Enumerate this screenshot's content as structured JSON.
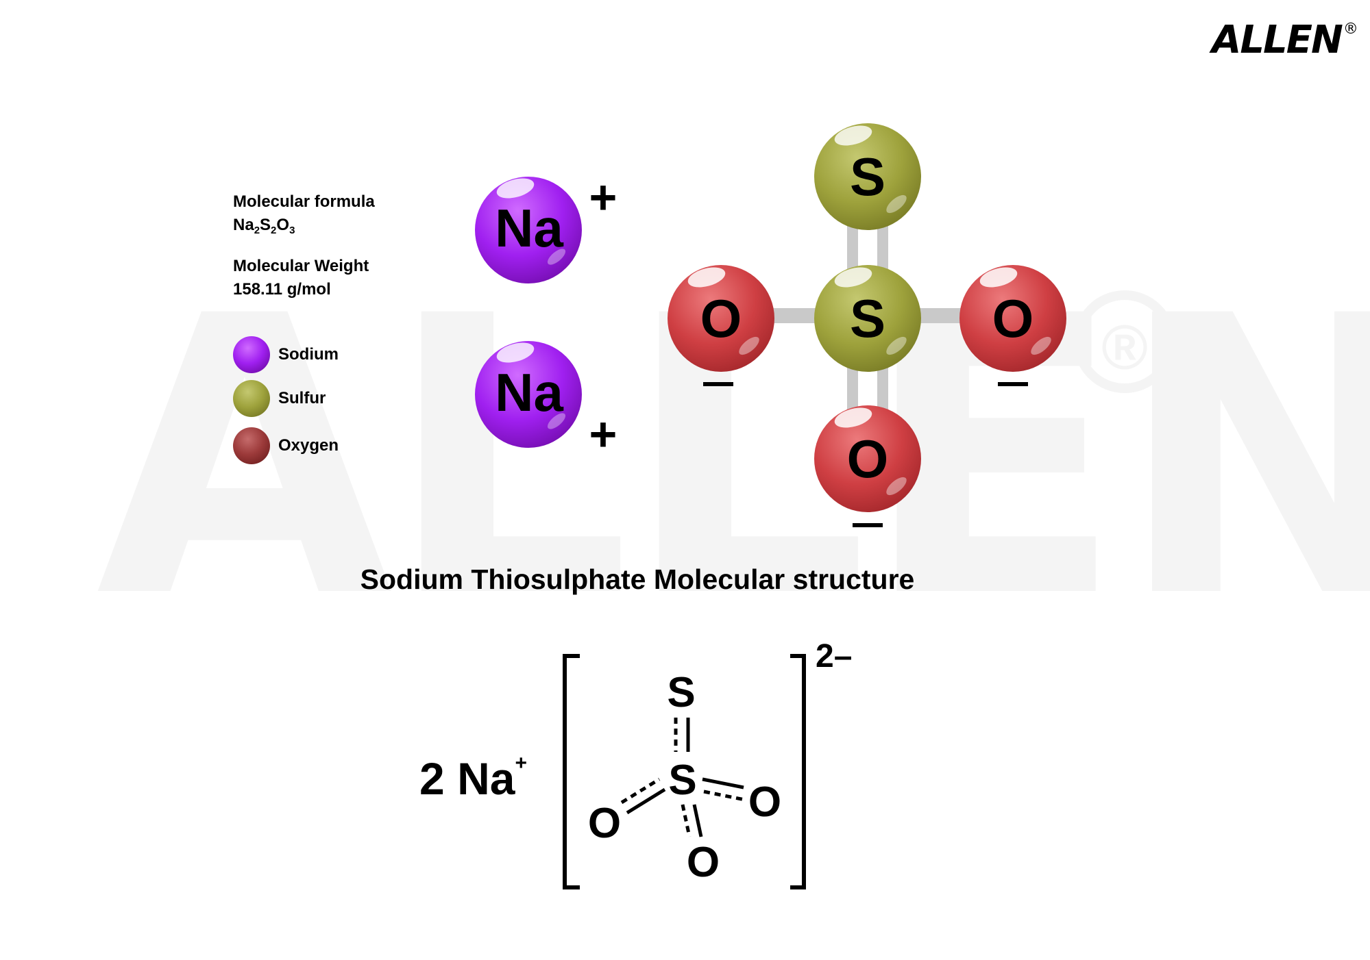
{
  "brand": {
    "name": "ALLEN",
    "registered": "®"
  },
  "info": {
    "formula_label": "Molecular formula",
    "formula": {
      "na": "Na",
      "na_count": "2",
      "s": "S",
      "s_count": "2",
      "o": "O",
      "o_count": "3"
    },
    "weight_label": "Molecular Weight",
    "weight_value": "158.11 g/mol"
  },
  "legend": [
    {
      "symbol": "Na",
      "label": "Sodium",
      "color": "#a020f0"
    },
    {
      "symbol": "S",
      "label": "Sulfur",
      "color": "#9ea23c"
    },
    {
      "symbol": "O",
      "label": "Oxygen",
      "color": "#9c3a3a"
    }
  ],
  "model": {
    "sodium_symbol": "Na",
    "sulfur_symbol": "S",
    "oxygen_symbol": "O",
    "plus": "+",
    "minus": "–",
    "colors": {
      "sodium": "#a020f0",
      "sulfur": "#9ea23c",
      "oxygen": "#cf3f43",
      "bond": "#c9c9c9"
    }
  },
  "title": "Sodium Thiosulphate Molecular structure",
  "lewis": {
    "cation_count": "2",
    "cation": "Na",
    "cation_charge": "+",
    "anion_charge": "2–",
    "sulfur": "S",
    "oxygen": "O"
  }
}
